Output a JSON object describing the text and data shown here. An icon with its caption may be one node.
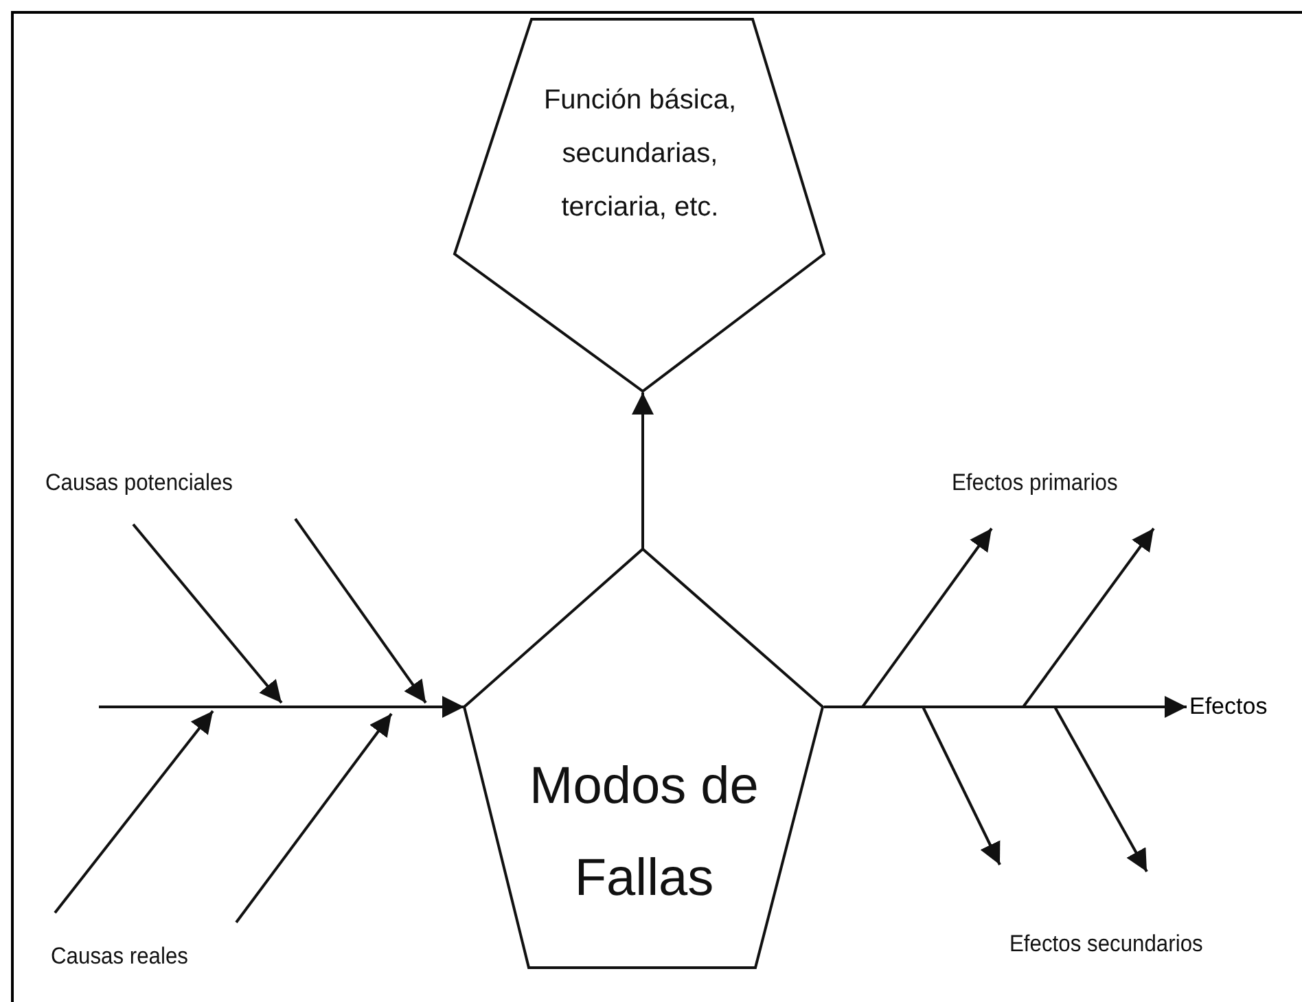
{
  "diagram": {
    "nodes": [
      {
        "text": [
          "Función básica, secundarias, terciaria, etc."
        ]
      },
      {
        "text": [
          "Modos de Fallas"
        ]
      },
      {
        "text": [
          "Efectos"
        ]
      }
    ],
    "edges": [
      {
        "from": 1,
        "to": 0,
        "arrow": "to"
      },
      {
        "from": null,
        "to": 1,
        "arrow": "to"
      },
      {
        "from": 1,
        "to": 2,
        "arrow": "to"
      }
    ],
    "labels": [
      "Causas potenciales",
      "Efectos primarios",
      "Causas reales",
      "Efectos secundarios"
    ]
  }
}
